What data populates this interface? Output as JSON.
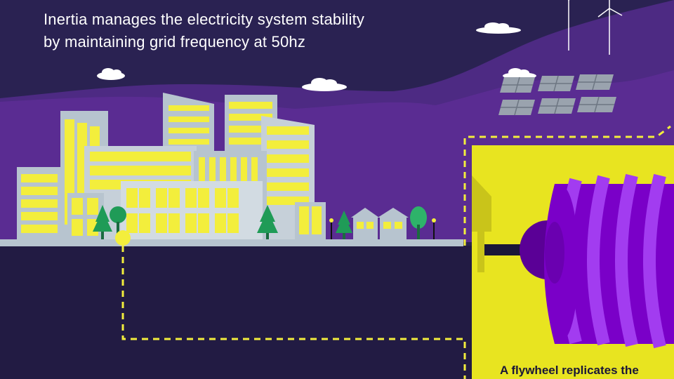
{
  "headline": {
    "line1": "Inertia manages the electricity system stability",
    "line2": "by maintaining grid frequency at 50hz"
  },
  "caption": "A flywheel replicates the",
  "colors": {
    "sky": "#2a2252",
    "hill": "#5a2c92",
    "ground": "#221b43",
    "building": "#b7c4cf",
    "window": "#f3ee3c",
    "generator_box": "#e8e420",
    "flywheel_dark": "#7a00c8",
    "flywheel_light": "#a23cf0",
    "tree": "#1f9b57",
    "cable": "#f3ee3c"
  },
  "icons": [
    "cloud-icon",
    "wind-turbine-icon",
    "solar-panel-icon",
    "tree-icon",
    "house-icon",
    "street-lamp-icon",
    "connector-node-icon"
  ]
}
